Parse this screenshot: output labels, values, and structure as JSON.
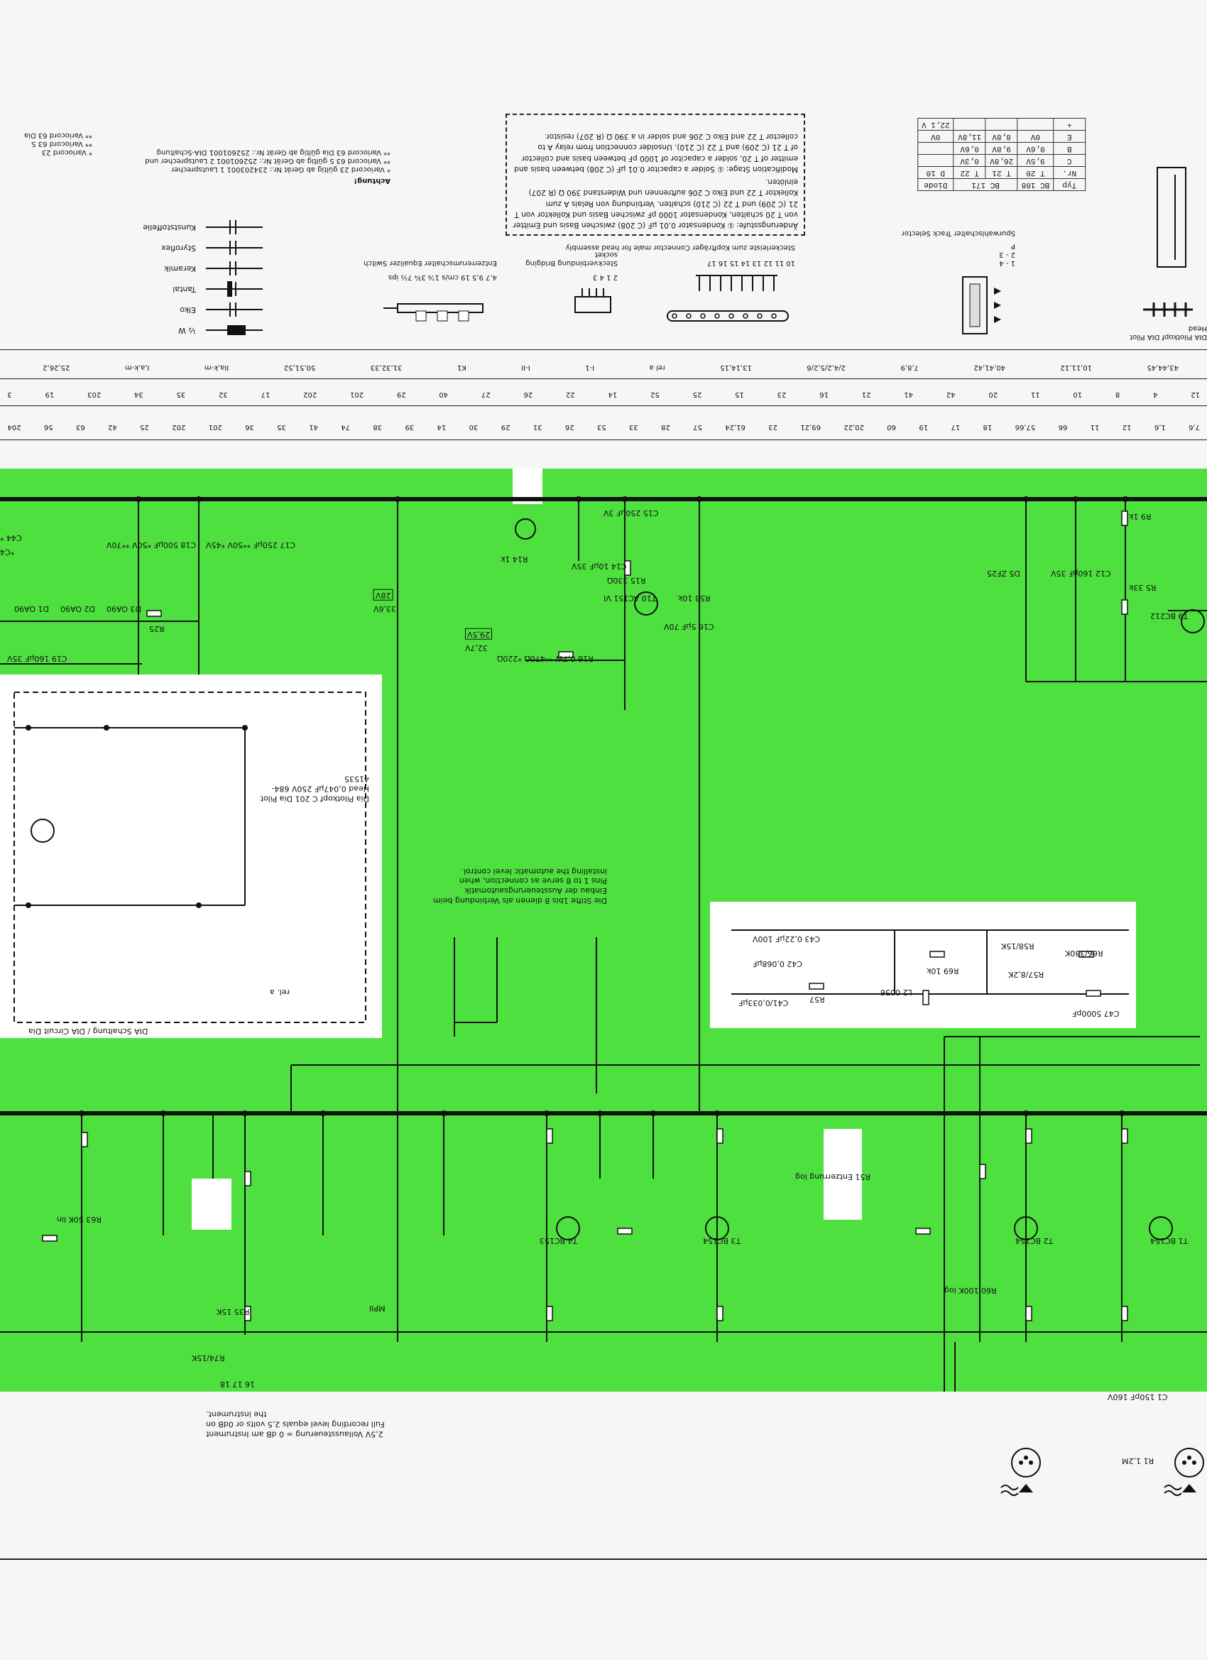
{
  "notes": {
    "modification": "Änderungsstufe: ① Kondensator 0,01 µF (C 208) zwischen Basis und Emitter von T 20 schalten, Kondensator 1000 pF zwischen Basis und Kollektor von T 21 (C 209) und T 22 (C 210) schalten. Verbindung von Relais A zum Kollektor T 22 und Elko C 206 auftrennen und Widerstand 390 Ω (R 207) einlöten.",
    "modification_en": "Modification Stage: ① Solder a capacitor 0.01 µF (C 208) between basis and emitter of T 20, solder a capacitor of 1000 pF between basis and collector of T 21 (C 209) and T 22 (C 210). Unsolder connection from relay A to collector T 22 and Elko C 206 and solder in a 390 Ω (R 207) resistor.",
    "pins": "Die Stifte 1bis 8 dienen als Verbindung beim Einbau der Aussteuerungsautomatik",
    "pins_en": "Pins 1 to 8 serve as connection, when installing the automatic level control.",
    "level": "2,5V Vollaussteuerung = 0 dB am Instrument",
    "level_en": "Full recording level equals 2,5 volts or 0dB on the instrument."
  },
  "table": {
    "header": [
      "Typ",
      "BC 108",
      "BC 171",
      "Diode"
    ],
    "rows": [
      [
        "Nr.",
        "T 20",
        "T 21",
        "T 22",
        "D 10"
      ],
      [
        "C",
        "9,5V",
        "26,8V",
        "0,3V",
        ""
      ],
      [
        "B",
        "0,6V",
        "9,8V",
        "0,6V",
        ""
      ],
      [
        "E",
        "0V",
        "8,8V",
        "11,8V",
        "0V"
      ],
      [
        "+",
        "",
        "",
        "",
        "22,1 V"
      ]
    ]
  },
  "legend": {
    "items": [
      "½ W",
      "Elko",
      "Tantal",
      "Keramik",
      "Styroflex",
      "Kunststoffelie"
    ],
    "achtung": "Achtung!",
    "variants_left": [
      "* Variocord 23   gültig ab Gerät Nr.: 234203001   1 Lautsprecher",
      "** Variocord 63 S   gültig ab Gerät Nr.: 252601001   2 Lautsprecher und",
      "** Variocord 63 Dia   gültig ab Gerät Nr.: 252601001   DIA-Schaltung"
    ],
    "variants_right": [
      "* Variocord 23",
      "** Variocord 63 S",
      "** Variocord 63 Dia"
    ]
  },
  "components": {
    "equalizer": "Entzerrerumschalter Equalizer Switch",
    "equalizer_speeds": "4,7  9,5  19 cm/s   1⅞  3¾  7½ ips",
    "bridging": "Steckverbindung Bridging socket",
    "bridging_pins": "2 1 4 3",
    "connector": "Steckerleiste zum Kopfträger Connector male for head assembly",
    "connector_pins": "10 11 12 13 14 15 16 17",
    "track": "Spurwahlschalter Track Selector",
    "track_pos": [
      "1 - 4",
      "2 - 3",
      "P"
    ],
    "pilot": "DIA Pilotkopf DIA Pilot Head",
    "dia_circuit": "DIA Schaltung / DIA Circuit Dia",
    "dia_pilot": "Dia Pilotkopf C 201 Dia Pilot Head 0,047µF 250V 684-41535"
  },
  "rulers": {
    "row1": [
      "43,44,45",
      "10,11,12",
      "40,41,42",
      "7,8,9",
      "2/4,2/5,2/6",
      "13,14,15",
      "rel a",
      "I-1",
      "I-II",
      "K1",
      "31,32,33",
      "50,51,52",
      "IIa,k-m",
      "I,a,k-m",
      "25,26,2"
    ],
    "row2": [
      "12",
      "4",
      "8",
      "10",
      "11",
      "20",
      "42",
      "41",
      "21",
      "16",
      "23",
      "15",
      "25",
      "52",
      "14",
      "22",
      "26",
      "27",
      "40",
      "29",
      "201",
      "202",
      "17",
      "32",
      "35",
      "34",
      "203",
      "19",
      "3"
    ],
    "row3": [
      "7,6",
      "1,6",
      "12",
      "11",
      "66",
      "57,66",
      "18",
      "17",
      "19",
      "60",
      "20,22",
      "69,21",
      "23",
      "61,24",
      "57",
      "28",
      "33",
      "53",
      "26",
      "31",
      "29",
      "30",
      "14",
      "39",
      "38",
      "74",
      "41",
      "35",
      "36",
      "201",
      "202",
      "25",
      "42",
      "63",
      "56",
      "204"
    ]
  },
  "labels": {
    "top_left": [
      "C44 *",
      "*C4"
    ],
    "r25": "R25",
    "r16": "R16  0,7W  **470Ω  *220Ω",
    "r14": "R14 1k",
    "r15": "R15 330Ω",
    "c14": "C14 10µF 35V",
    "c15": "C15 250µF 3V",
    "t10": "T10 AC151 VI",
    "r53": "R53 10k",
    "c16": "C16 5µF 70V",
    "d1": "D1 OA90",
    "d2": "D2 OA90",
    "d3": "D3 OA90",
    "c17": "C17 250µF **50V *45V",
    "c18": "C18 500µF *50V **70V",
    "c19": "C19 160µF 35V",
    "v28": "28V",
    "v33": "33,6V",
    "v29": "29,5V",
    "v327": "32,7V",
    "r5": "R5 33k",
    "r9": "R9 1k",
    "d5": "D5 ZF25",
    "c12": "C12 160µF 35V",
    "t9": "T9 BC212",
    "c47": "C47 5000pF",
    "r66": "R66/330K",
    "r57": "R57/8,2K",
    "r58": "R58/15K",
    "c43": "C43 0,22µF 100V",
    "c42": "C42 0,068µF",
    "c41": "C41/0,033µF",
    "r67": "R57",
    "l2": "L2 0056",
    "r69": "R69 10k",
    "t1": "T1 BC154",
    "t2": "T2 BC154",
    "t3": "T3 BC154",
    "t4": "T4 BC153",
    "r51": "R51 Entzerrung log",
    "r60": "R60 100K log",
    "r63": "R63 50K lin",
    "mp": "MPII",
    "r35": "R35 15K",
    "r74": "R74/15K",
    "r1": "R1 1,2M",
    "c1": "C1 150pF 160V",
    "ns": "16 17 18",
    "relA": "rel. a"
  },
  "colors": {
    "panel": "#4de03f",
    "paper": "#f6f6f4",
    "ink": "#111111"
  }
}
